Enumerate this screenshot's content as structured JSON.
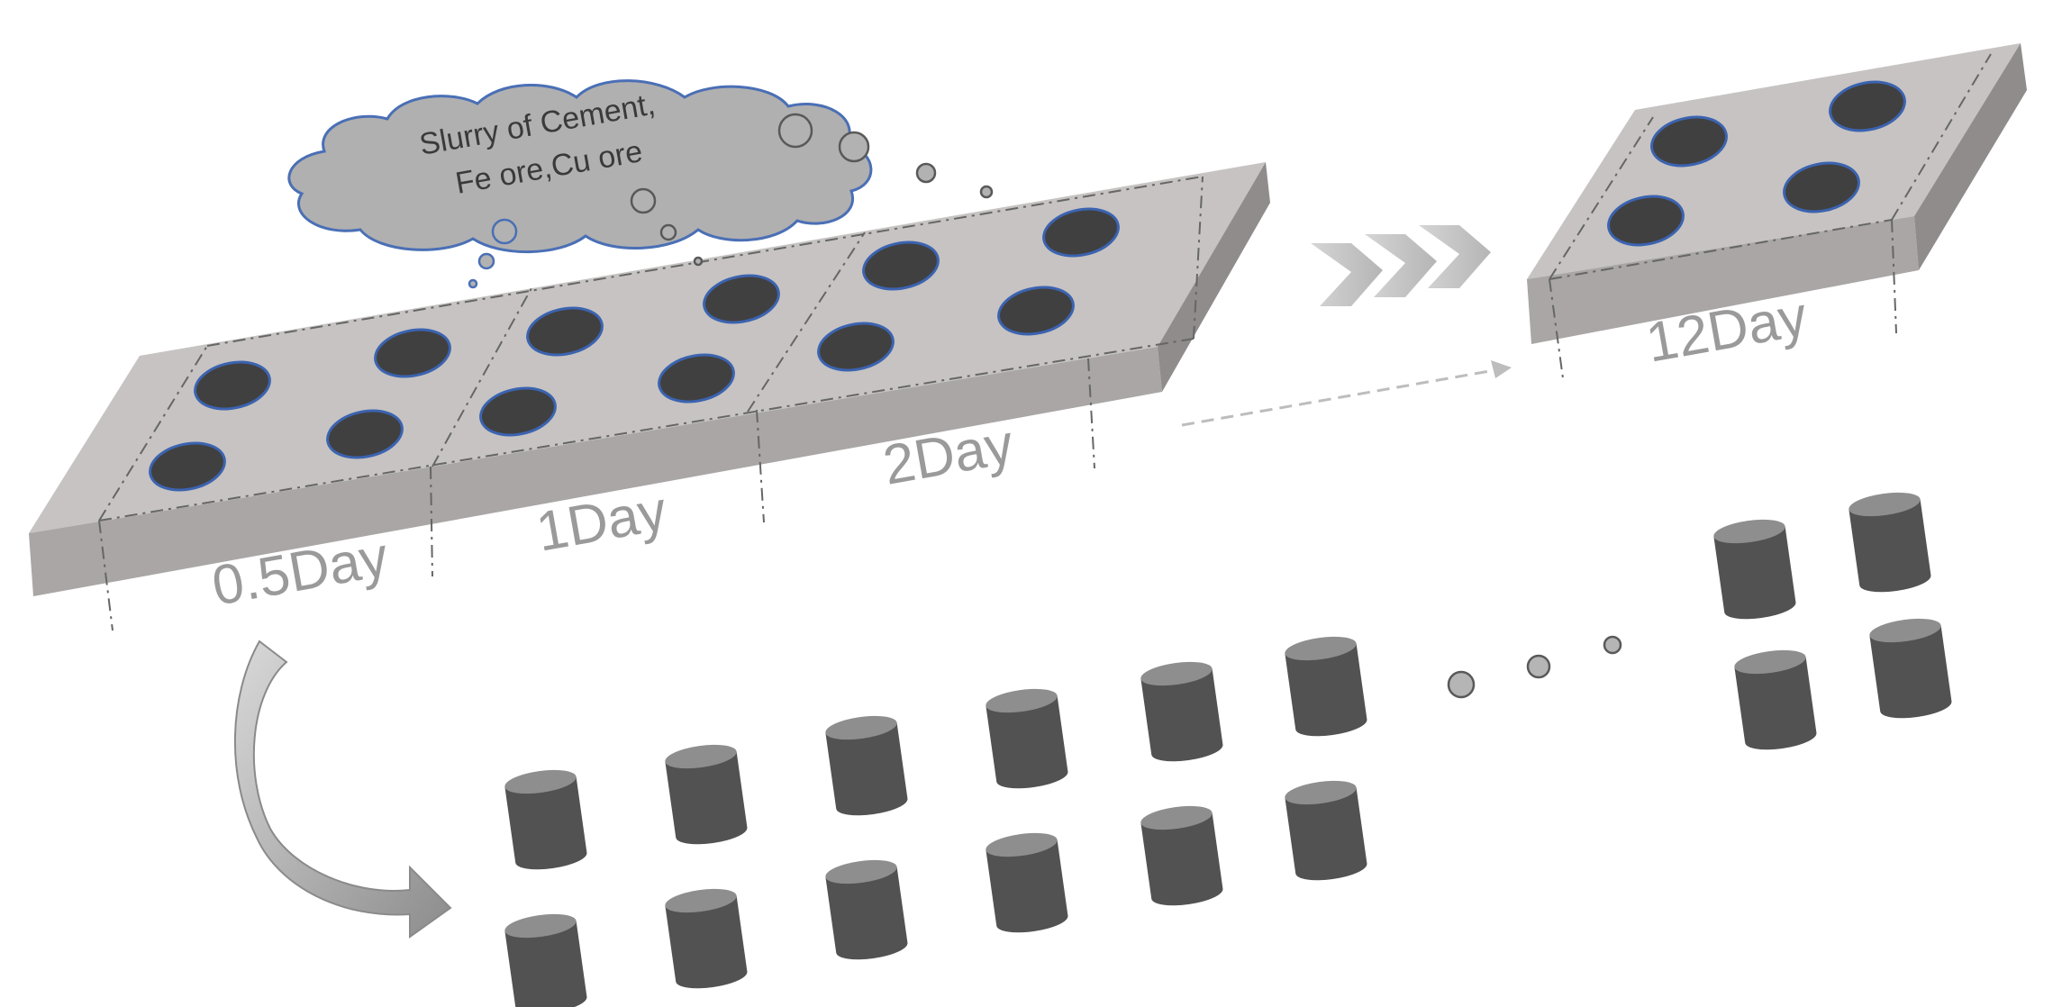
{
  "cloud": {
    "line1": "Slurry of Cement,",
    "line2": "Fe ore,Cu ore"
  },
  "segments": [
    {
      "label": "0.5Day"
    },
    {
      "label": "1Day"
    },
    {
      "label": "2Day"
    }
  ],
  "final_segment": {
    "label": "12Day"
  },
  "colors": {
    "mold_top": "#c6c3c2",
    "mold_front": "#a9a6a5",
    "mold_side": "#8f8c8b",
    "hole": "#404040",
    "hole_rim": "#3b63b0",
    "cylinder_body": "#525252",
    "cylinder_top": "#8e8e8e",
    "cloud_fill": "#b0b0b0",
    "cloud_stroke": "#4a6fb5",
    "arrow": "#c4c4c4"
  }
}
